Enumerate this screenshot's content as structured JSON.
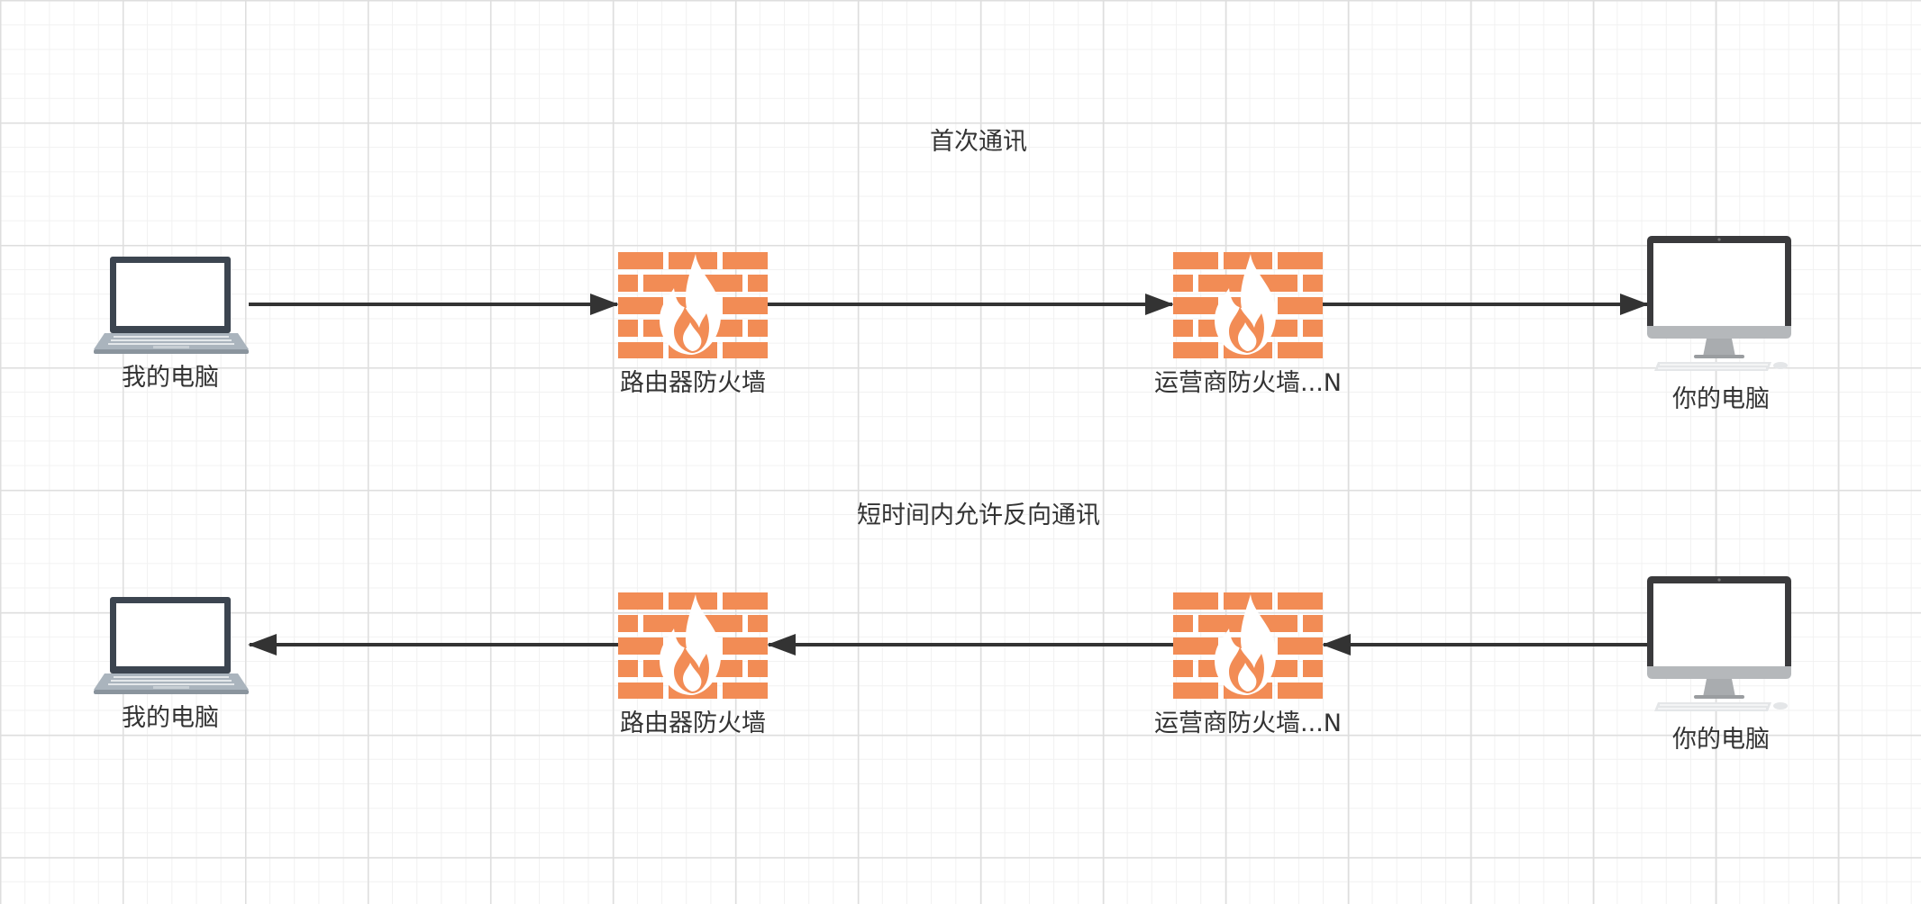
{
  "diagram": {
    "row1": {
      "caption": "首次通讯",
      "my_pc": "我的电脑",
      "router_fw": "路由器防火墙",
      "isp_fw": "运营商防火墙...N",
      "your_pc": "你的电脑"
    },
    "row2": {
      "caption": "短时间内允许反向通讯",
      "my_pc": "我的电脑",
      "router_fw": "路由器防火墙",
      "isp_fw": "运营商防火墙...N",
      "your_pc": "你的电脑"
    },
    "icons": {
      "laptop": "laptop-icon",
      "firewall": "firewall-icon",
      "desktop": "desktop-computer-icon"
    },
    "colors": {
      "firewall": "#f28c55",
      "arrow": "#333333",
      "screen_frame": "#3c4550"
    }
  }
}
